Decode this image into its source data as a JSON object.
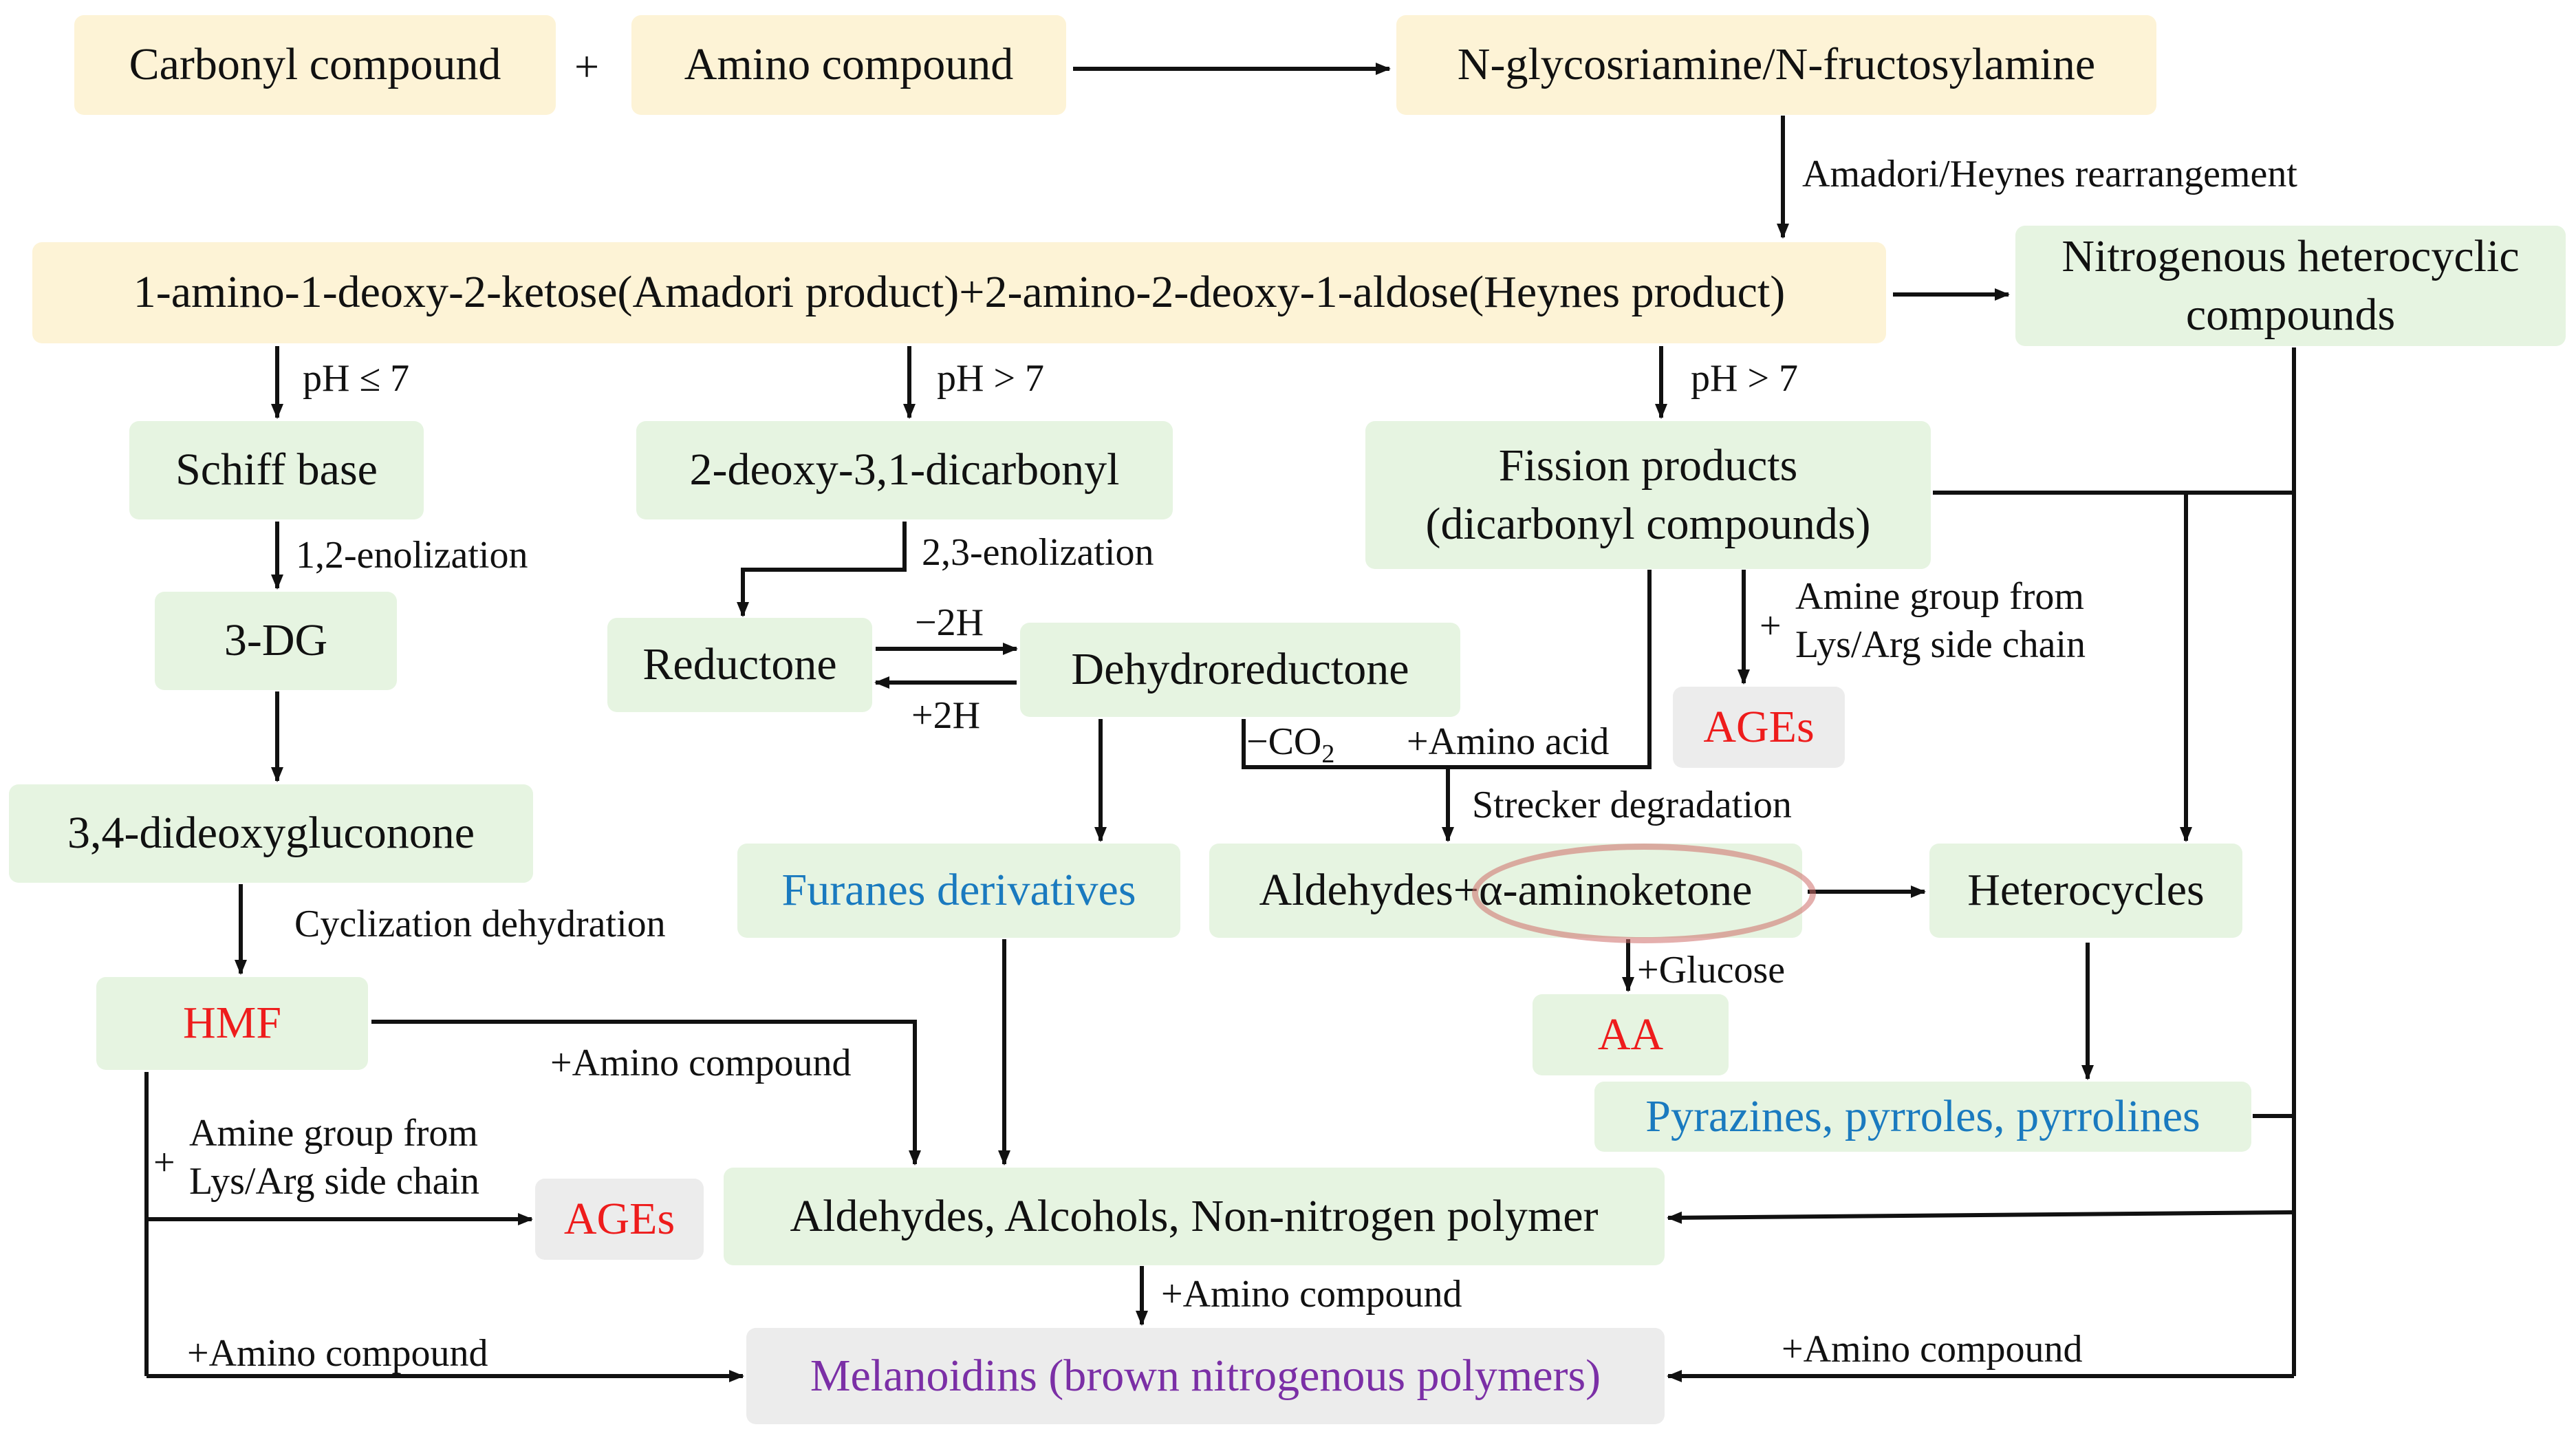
{
  "nodes": {
    "carbonyl": "Carbonyl compound",
    "amino_compound": "Amino compound",
    "n_glycosylamine": "N-glycosriamine/N-fructosylamine",
    "amadori": "1-amino-1-deoxy-2-ketose(Amadori product)+2-amino-2-deoxy-1-aldose(Heynes product)",
    "nitrogenous_line1": "Nitrogenous heterocyclic",
    "nitrogenous_line2": "compounds",
    "schiff": "Schiff base",
    "dicarbonyl": "2-deoxy-3,1-dicarbonyl",
    "fission_line1": "Fission products",
    "fission_line2": "(dicarbonyl compounds)",
    "three_dg": "3-DG",
    "reductone": "Reductone",
    "dehydroreductone": "Dehydroreductone",
    "ages_top": "AGEs",
    "dideoxy": "3,4-dideoxygluconone",
    "furanes": "Furanes derivatives",
    "aldehydes_prefix": "Aldehydes+",
    "aminoketone": "α-aminoketone",
    "heterocycles": "Heterocycles",
    "hmf": "HMF",
    "aa": "AA",
    "pyrazines": "Pyrazines, pyrroles, pyrrolines",
    "ages_bottom": "AGEs",
    "aldehydes_alcohols": "Aldehydes, Alcohols, Non-nitrogen polymer",
    "melanoidins": "Melanoidins (brown nitrogenous polymers)"
  },
  "labels": {
    "plus": "+",
    "amadori_heynes": "Amadori/Heynes rearrangement",
    "ph_le7": "pH ≤ 7",
    "ph_gt7_a": "pH > 7",
    "ph_gt7_b": "pH > 7",
    "enol12": "1,2-enolization",
    "enol23": "2,3-enolization",
    "minus2h": "−2H",
    "plus2h": "+2H",
    "co2_prefix": "−CO",
    "co2_sub": "2",
    "amino_acid": "+Amino acid",
    "strecker": "Strecker degradation",
    "amine_group_line1": "Amine group from",
    "amine_group_line2": "Lys/Arg side chain",
    "amine_plus_top": "+",
    "amine_group_b_line1": "Amine group from",
    "amine_group_b_line2": "Lys/Arg side chain",
    "amine_plus_bottom": "+",
    "cyclization": "Cyclization dehydration",
    "glucose": "+Glucose",
    "amino_cmp_hmf": "+Amino compound",
    "amino_cmp_aldehydes": "+Amino compound",
    "amino_cmp_left": "+Amino compound",
    "amino_cmp_right": "+Amino compound"
  },
  "colors": {
    "start_box": "#fdf3d6",
    "step_box": "#e6f4e1",
    "age_box": "#ececec",
    "red_product": "#ee1c1c",
    "blue_product": "#1a7abf",
    "melanoidin_text": "#7b2fa6",
    "highlight_ellipse": "#cd6e69"
  }
}
